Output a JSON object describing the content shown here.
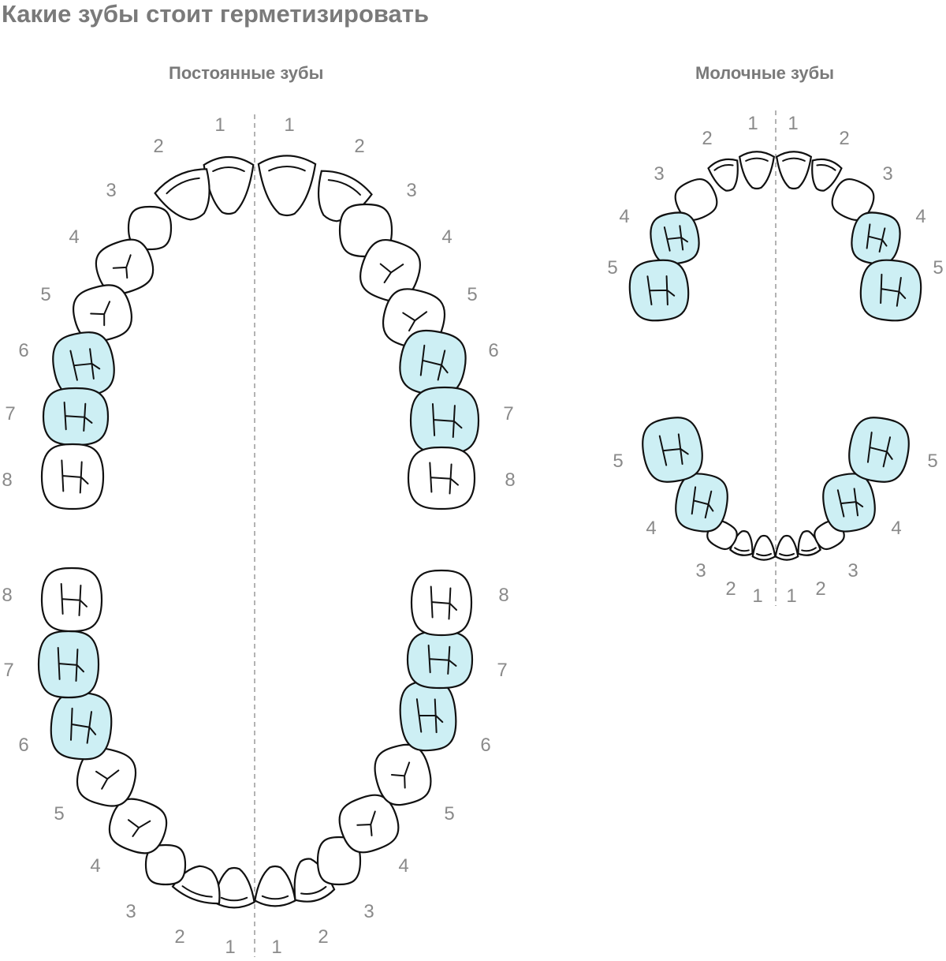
{
  "title": "Какие зубы стоит герметизировать",
  "sections": {
    "permanent": {
      "label": "Постоянные зубы"
    },
    "baby": {
      "label": "Молочные зубы"
    }
  },
  "colors": {
    "sealed": "#cdeff4",
    "normal": "#ffffff",
    "outline": "#111111",
    "number_text": "#8a8a8a",
    "title_text": "#7a7a7a",
    "midline": "#9a9a9a"
  },
  "permanent_upper": {
    "left": [
      {
        "n": "1",
        "sealed": false
      },
      {
        "n": "2",
        "sealed": false
      },
      {
        "n": "3",
        "sealed": false
      },
      {
        "n": "4",
        "sealed": false
      },
      {
        "n": "5",
        "sealed": false
      },
      {
        "n": "6",
        "sealed": true
      },
      {
        "n": "7",
        "sealed": true
      },
      {
        "n": "8",
        "sealed": false
      }
    ],
    "right": [
      {
        "n": "1",
        "sealed": false
      },
      {
        "n": "2",
        "sealed": false
      },
      {
        "n": "3",
        "sealed": false
      },
      {
        "n": "4",
        "sealed": false
      },
      {
        "n": "5",
        "sealed": false
      },
      {
        "n": "6",
        "sealed": true
      },
      {
        "n": "7",
        "sealed": true
      },
      {
        "n": "8",
        "sealed": false
      }
    ]
  },
  "permanent_lower": {
    "left": [
      {
        "n": "1",
        "sealed": false
      },
      {
        "n": "2",
        "sealed": false
      },
      {
        "n": "3",
        "sealed": false
      },
      {
        "n": "4",
        "sealed": false
      },
      {
        "n": "5",
        "sealed": false
      },
      {
        "n": "6",
        "sealed": true
      },
      {
        "n": "7",
        "sealed": true
      },
      {
        "n": "8",
        "sealed": false
      }
    ],
    "right": [
      {
        "n": "1",
        "sealed": false
      },
      {
        "n": "2",
        "sealed": false
      },
      {
        "n": "3",
        "sealed": false
      },
      {
        "n": "4",
        "sealed": false
      },
      {
        "n": "5",
        "sealed": false
      },
      {
        "n": "6",
        "sealed": true
      },
      {
        "n": "7",
        "sealed": true
      },
      {
        "n": "8",
        "sealed": false
      }
    ]
  },
  "baby_upper": {
    "left": [
      {
        "n": "1",
        "sealed": false
      },
      {
        "n": "2",
        "sealed": false
      },
      {
        "n": "3",
        "sealed": false
      },
      {
        "n": "4",
        "sealed": true
      },
      {
        "n": "5",
        "sealed": true
      }
    ],
    "right": [
      {
        "n": "1",
        "sealed": false
      },
      {
        "n": "2",
        "sealed": false
      },
      {
        "n": "3",
        "sealed": false
      },
      {
        "n": "4",
        "sealed": true
      },
      {
        "n": "5",
        "sealed": true
      }
    ]
  },
  "baby_lower": {
    "left": [
      {
        "n": "1",
        "sealed": false
      },
      {
        "n": "2",
        "sealed": false
      },
      {
        "n": "3",
        "sealed": false
      },
      {
        "n": "4",
        "sealed": true
      },
      {
        "n": "5",
        "sealed": true
      }
    ],
    "right": [
      {
        "n": "1",
        "sealed": false
      },
      {
        "n": "2",
        "sealed": false
      },
      {
        "n": "3",
        "sealed": false
      },
      {
        "n": "4",
        "sealed": true
      },
      {
        "n": "5",
        "sealed": true
      }
    ]
  }
}
